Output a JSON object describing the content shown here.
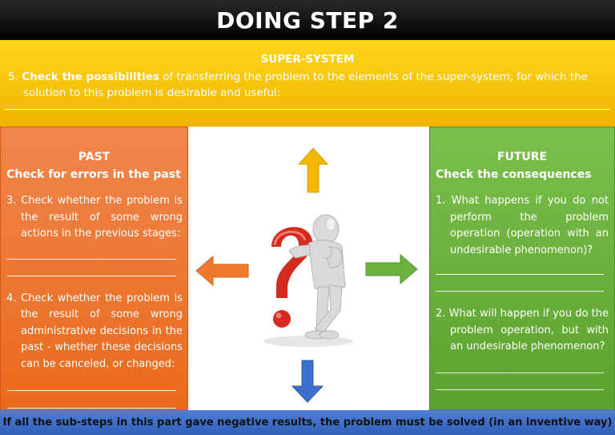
{
  "title": "DOING STEP 2",
  "super_system": {
    "heading": "SUPER-SYSTEM",
    "item_prefix": "5. ",
    "item_bold": "Check the possibilities",
    "item_rest": " of transferring the problem to the elements of the super-system, for which the solution to this problem is desirable and useful:"
  },
  "past": {
    "heading": "PAST",
    "subheading": "Check for errors in the past",
    "items": [
      "3. Check whether the problem is the result of some wrong actions in the previous stages:",
      "4. Check whether the problem is the result of some wrong administrative decisions in the past - whether these decisions can be canceled, or changed:"
    ]
  },
  "future": {
    "heading": "FUTURE",
    "subheading": "Check the consequences",
    "items": [
      "1. What happens if you do not perform the problem operation (operation with an undesirable phenomenon)?",
      "2. What will happen if you do the problem operation, but with an undesirable phenomenon?"
    ]
  },
  "arrows": {
    "up": {
      "icon": "arrow-up-icon",
      "color": "#f5b800"
    },
    "left": {
      "icon": "arrow-left-icon",
      "color": "#ee7a2e"
    },
    "right": {
      "icon": "arrow-right-icon",
      "color": "#6bb33c"
    },
    "down": {
      "icon": "arrow-down-icon",
      "color": "#3a6fcf"
    }
  },
  "figure": {
    "icon": "thinking-person-question-mark-icon",
    "question_color": "#d42a20"
  },
  "footer": "If all the sub-steps in this part gave negative results, the problem must be solved (in an inventive way)",
  "colors": {
    "title_bg": "#000000",
    "super_bg": "#f5c400",
    "past_bg": "#ee7a2e",
    "future_bg": "#6bb33c",
    "footer_bg": "#3a6fcf"
  }
}
